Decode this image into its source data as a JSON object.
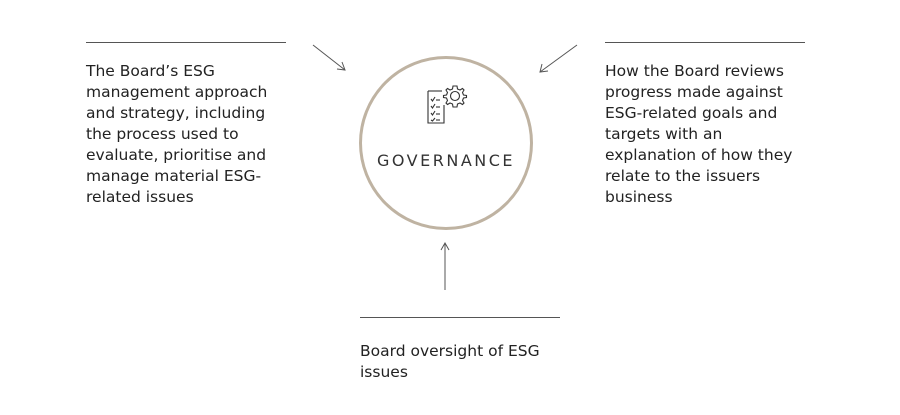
{
  "center": {
    "title": "GOVERNANCE",
    "icon": "checklist-gear-icon"
  },
  "left": {
    "text": "The Board’s ESG management approach and strategy, including the process used to evaluate, prioritise and manage material ESG-related issues"
  },
  "right": {
    "text": "How the Board reviews progress made against ESG-related goals and targets with an explanation of how they relate to the issuers business"
  },
  "bottom": {
    "text": "Board oversight of ESG issues"
  },
  "colors": {
    "circle": "#bfb3a2",
    "text": "#222222"
  }
}
